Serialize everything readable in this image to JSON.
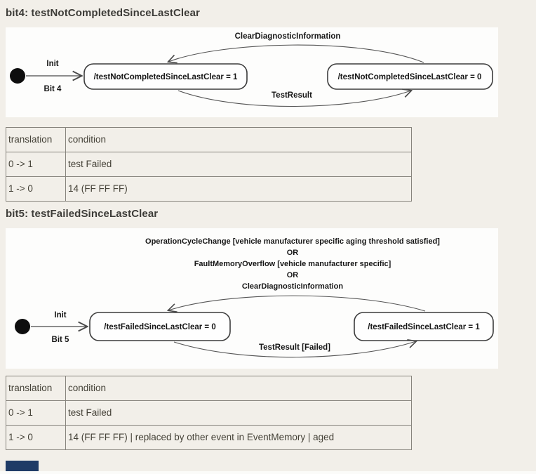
{
  "colors": {
    "page_background": "#f2efe9",
    "panel_background": "#fdfdfc",
    "heading_text": "#3d3c38",
    "diagram_text": "#161616",
    "table_border": "#87847d",
    "table_text": "#454238",
    "bottom_partial_bar": "#1f3b66",
    "bottom_page_strip": "#fbfbf9"
  },
  "sections": [
    {
      "heading": "bit4: testNotCompletedSinceLastClear",
      "diagram": {
        "init_label": "Init",
        "bit_label": "Bit 4",
        "state_left": "/testNotCompletedSinceLastClear = 1",
        "state_right": "/testNotCompletedSinceLastClear = 0",
        "top_transition": "ClearDiagnosticInformation",
        "bottom_transition": "TestResult"
      },
      "table": {
        "headers": [
          "translation",
          "condition"
        ],
        "rows": [
          [
            "0 -> 1",
            "test Failed"
          ],
          [
            "1 -> 0",
            "14 (FF FF FF)"
          ]
        ]
      }
    },
    {
      "heading": "bit5: testFailedSinceLastClear",
      "diagram": {
        "init_label": "Init",
        "bit_label": "Bit 5",
        "state_left": "/testFailedSinceLastClear = 0",
        "state_right": "/testFailedSinceLastClear = 1",
        "top_transition_lines": [
          "OperationCycleChange [vehicle manufacturer specific aging threshold satisfied]",
          "OR",
          "FaultMemoryOverflow [vehicle manufacturer specific]",
          "OR",
          "ClearDiagnosticInformation"
        ],
        "bottom_transition": "TestResult [Failed]"
      },
      "table": {
        "headers": [
          "translation",
          "condition"
        ],
        "rows": [
          [
            "0 -> 1",
            "test Failed"
          ],
          [
            "1 -> 0",
            "14 (FF FF FF) | replaced by other event in EventMemory | aged"
          ]
        ]
      }
    }
  ]
}
